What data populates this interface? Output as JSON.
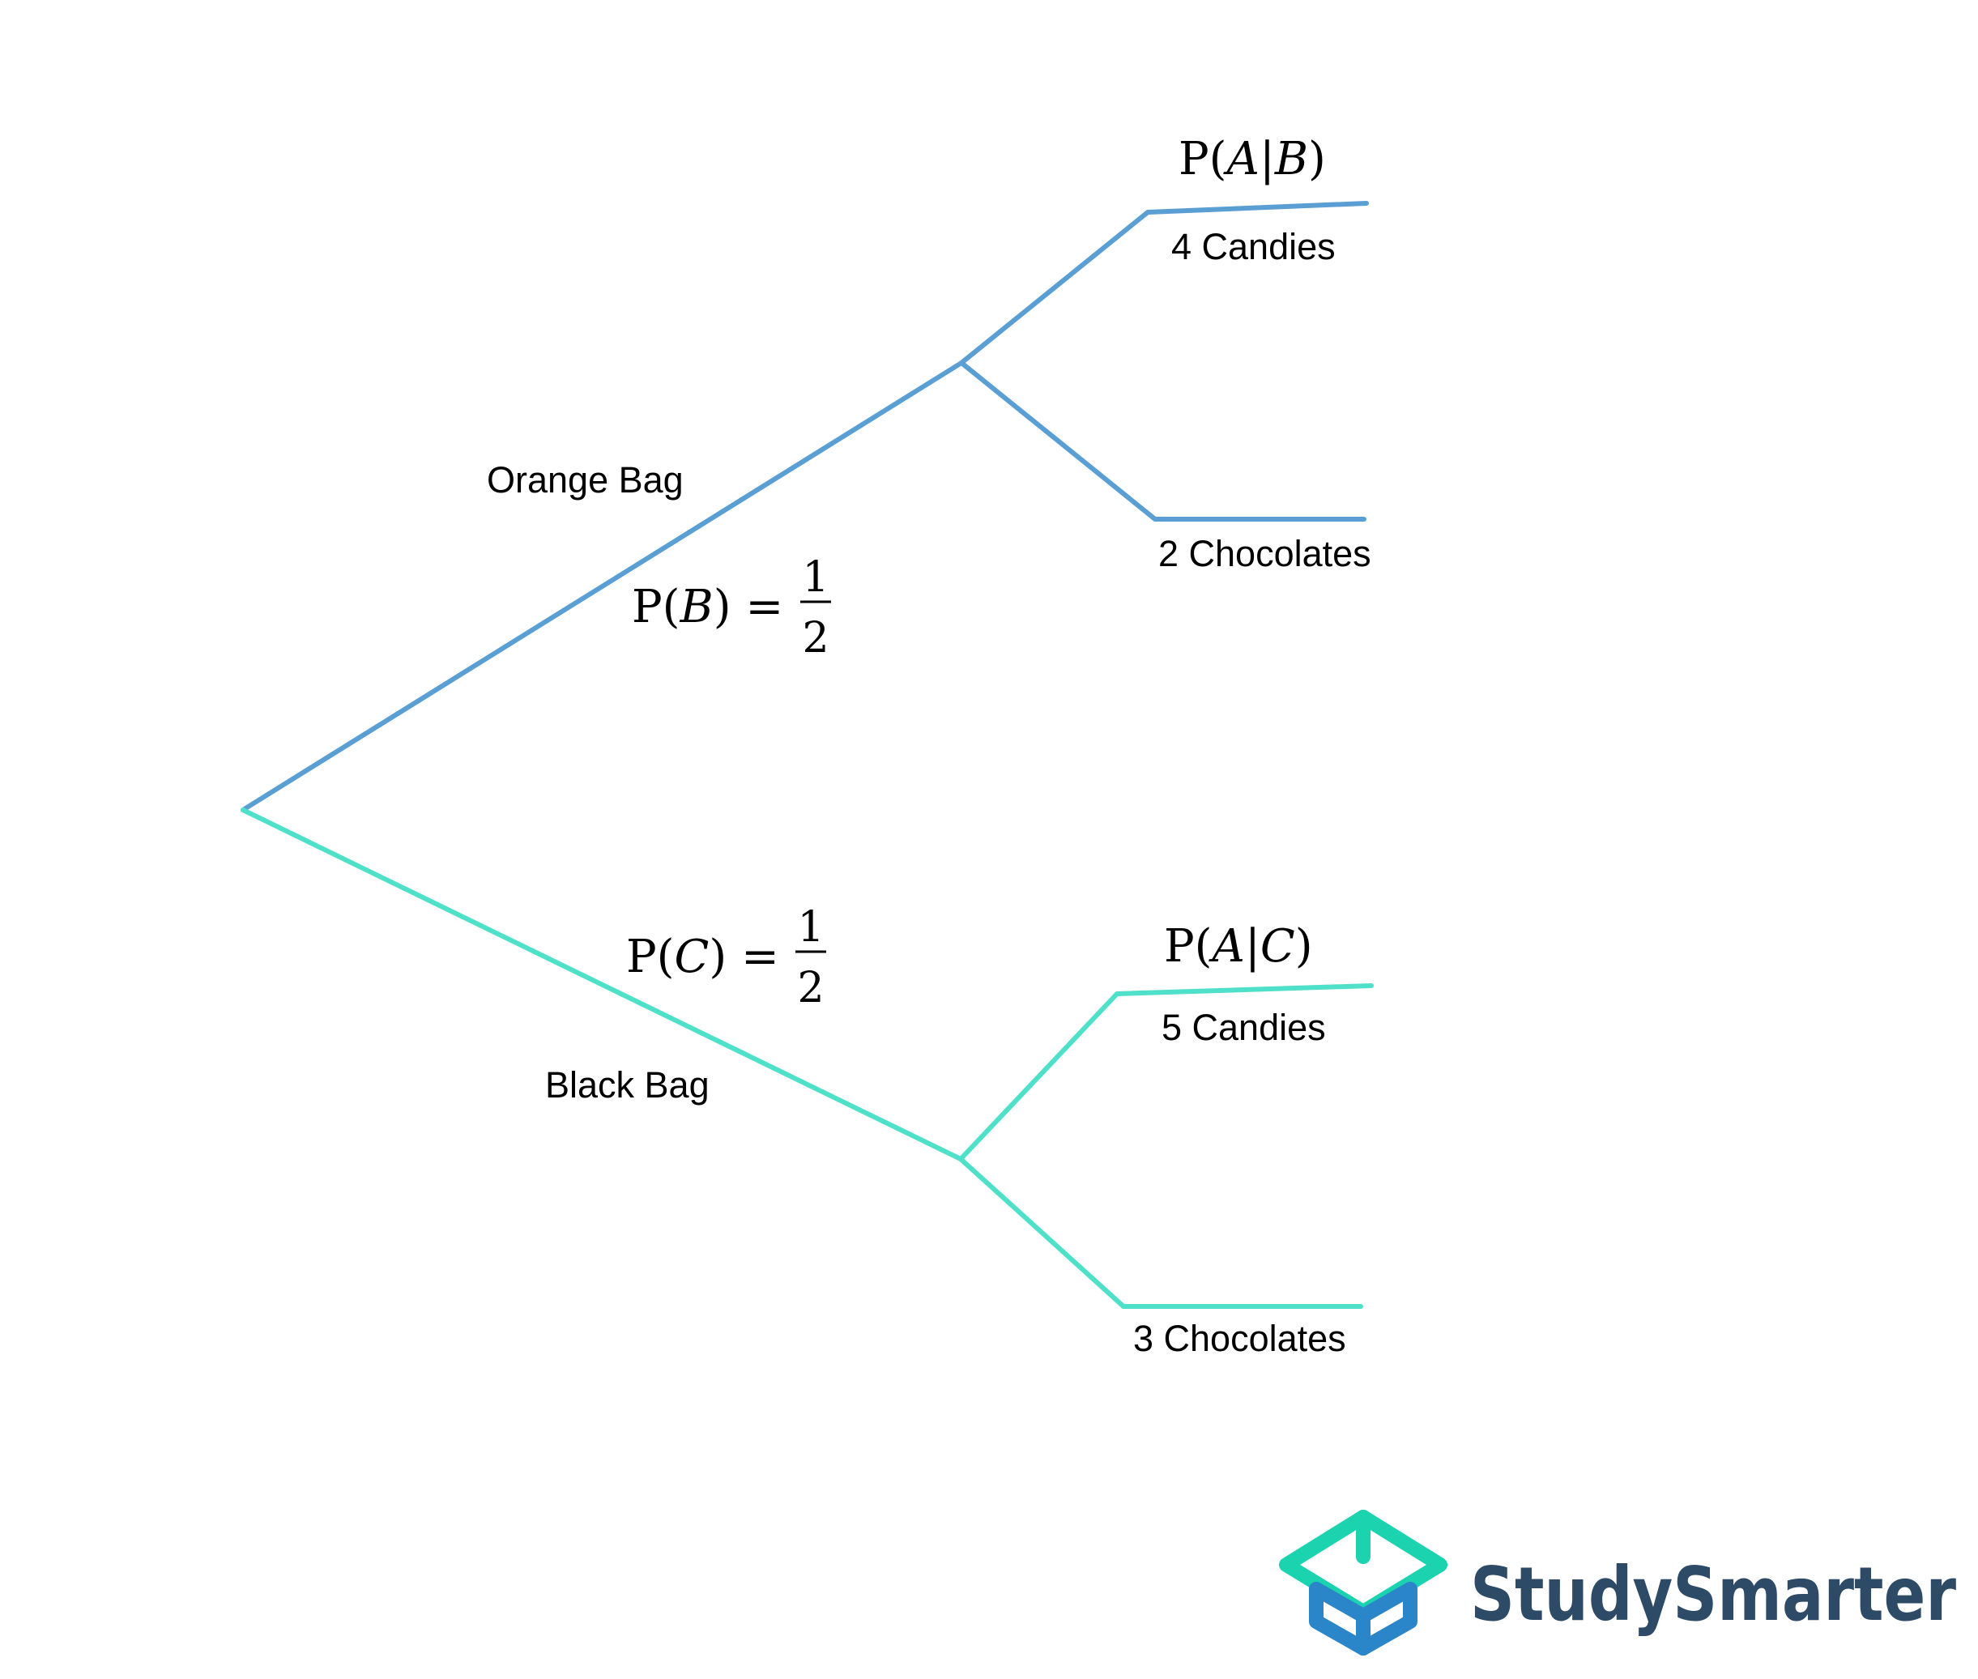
{
  "colors": {
    "upper_branch": "#5a9fd4",
    "lower_branch": "#4ee0c8",
    "text": "#000000",
    "brand_text": "#2d4a66",
    "logo_teal": "#1cd3b0",
    "logo_blue": "#2a86c8"
  },
  "branches": {
    "orange_bag": {
      "label": "Orange Bag",
      "probability": {
        "prefix": "P(",
        "var": "B",
        "suffix": ") =",
        "num": "1",
        "den": "2"
      },
      "outcomes": [
        {
          "label": "4 Candies",
          "probability": {
            "prefix": "P(",
            "var1": "A",
            "bar": "|",
            "var2": "B",
            "suffix": ")"
          }
        },
        {
          "label": "2 Chocolates"
        }
      ]
    },
    "black_bag": {
      "label": "Black Bag",
      "probability": {
        "prefix": "P(",
        "var": "C",
        "suffix": ") =",
        "num": "1",
        "den": "2"
      },
      "outcomes": [
        {
          "label": "5 Candies",
          "probability": {
            "prefix": "P(",
            "var1": "A",
            "bar": "|",
            "var2": "C",
            "suffix": ")"
          }
        },
        {
          "label": "3 Chocolates"
        }
      ]
    }
  },
  "logo": {
    "text": "StudySmarter",
    "icon": "studysmarter-cube-icon"
  }
}
